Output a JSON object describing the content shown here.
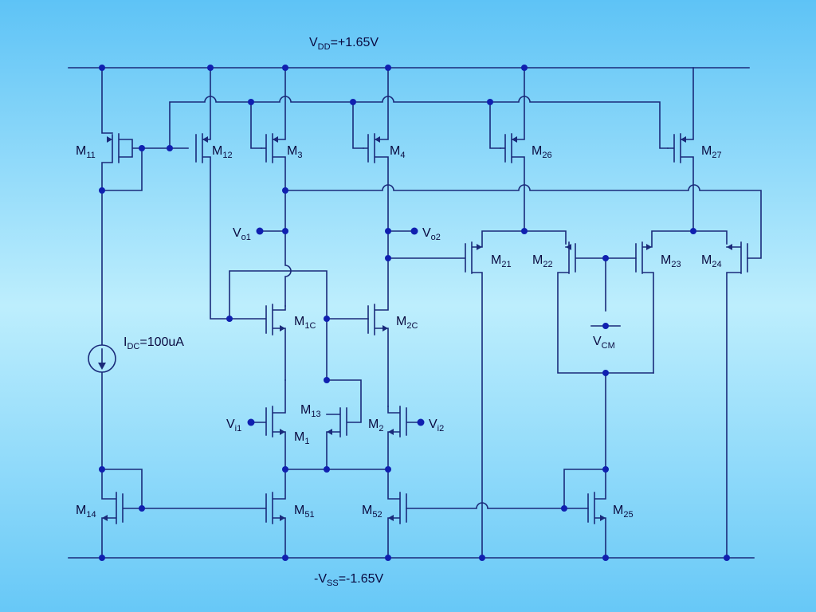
{
  "supply": {
    "vdd": {
      "main": "V",
      "sub": "DD",
      "rest": "=+1.65V"
    },
    "vss": {
      "main": "-V",
      "sub": "SS",
      "rest": "=-1.65V"
    }
  },
  "current_source": {
    "main": "I",
    "sub": "DC",
    "rest": "=100uA"
  },
  "transistors": [
    {
      "id": "m11",
      "main": "M",
      "sub": "11"
    },
    {
      "id": "m12",
      "main": "M",
      "sub": "12"
    },
    {
      "id": "m3",
      "main": "M",
      "sub": "3"
    },
    {
      "id": "m4",
      "main": "M",
      "sub": "4"
    },
    {
      "id": "m26",
      "main": "M",
      "sub": "26"
    },
    {
      "id": "m27",
      "main": "M",
      "sub": "27"
    },
    {
      "id": "m21",
      "main": "M",
      "sub": "21"
    },
    {
      "id": "m22",
      "main": "M",
      "sub": "22"
    },
    {
      "id": "m23",
      "main": "M",
      "sub": "23"
    },
    {
      "id": "m24",
      "main": "M",
      "sub": "24"
    },
    {
      "id": "m1c",
      "main": "M",
      "sub": "1C"
    },
    {
      "id": "m2c",
      "main": "M",
      "sub": "2C"
    },
    {
      "id": "m13",
      "main": "M",
      "sub": "13"
    },
    {
      "id": "m1",
      "main": "M",
      "sub": "1"
    },
    {
      "id": "m2",
      "main": "M",
      "sub": "2"
    },
    {
      "id": "m14",
      "main": "M",
      "sub": "14"
    },
    {
      "id": "m51",
      "main": "M",
      "sub": "51"
    },
    {
      "id": "m52",
      "main": "M",
      "sub": "52"
    },
    {
      "id": "m25",
      "main": "M",
      "sub": "25"
    }
  ],
  "nodes": [
    {
      "id": "vo1",
      "main": "V",
      "sub": "o1"
    },
    {
      "id": "vo2",
      "main": "V",
      "sub": "o2"
    },
    {
      "id": "vi1",
      "main": "V",
      "sub": "i1"
    },
    {
      "id": "vi2",
      "main": "V",
      "sub": "i2"
    },
    {
      "id": "vcm",
      "main": "V",
      "sub": "CM"
    }
  ],
  "colors": {
    "wire": "#1a2a7a",
    "dot": "#1020b0",
    "background_top": "#5ec3f6",
    "background_mid": "#bdeefd"
  }
}
